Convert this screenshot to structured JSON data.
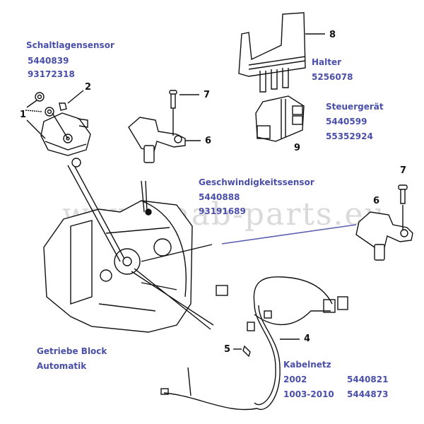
{
  "watermark": "www.saab-parts.eu",
  "colors": {
    "label": "#4a4fa8",
    "leader_line": "#5a5fb0",
    "drawing": "#111111"
  },
  "labels": {
    "schaltlagensensor": {
      "title": "Schaltlagensensor",
      "parts": [
        "5440839",
        "93172318"
      ]
    },
    "halter": {
      "title": "Halter",
      "parts": [
        "5256078"
      ]
    },
    "steuergeraet": {
      "title": "Steuergerät",
      "parts": [
        "5440599",
        "55352924"
      ]
    },
    "geschwindigkeitssensor": {
      "title": "Geschwindigkeitssensor",
      "parts": [
        "5440888",
        "93191689"
      ]
    },
    "getriebe": {
      "title": "Getriebe Block",
      "subtitle": "Automatik"
    },
    "kabelnetz": {
      "title": "Kabelnetz",
      "rows": [
        {
          "year": "2002",
          "part": "5440821"
        },
        {
          "year": "1003-2010",
          "part": "5444873"
        }
      ]
    }
  },
  "callouts": {
    "c1": "1",
    "c2": "2",
    "c7a": "7",
    "c6a": "6",
    "c8": "8",
    "c9": "9",
    "c7b": "7",
    "c6b": "6",
    "c4": "4",
    "c5": "5"
  }
}
